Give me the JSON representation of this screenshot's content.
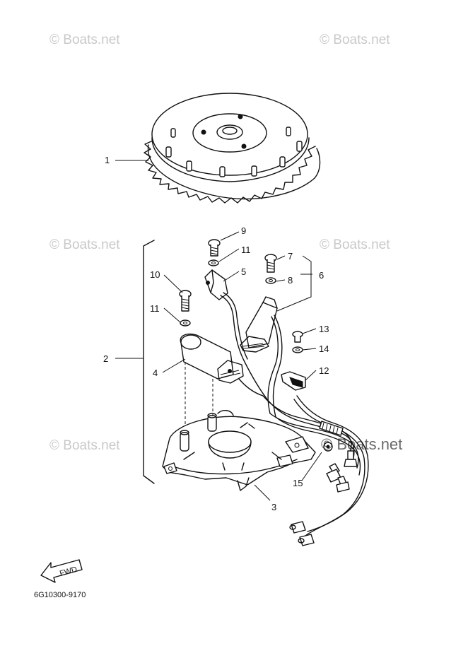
{
  "watermarks": [
    {
      "text": "© Boats.net"
    },
    {
      "text": "© Boats.net"
    },
    {
      "text": "© Boats.net"
    },
    {
      "text": "© Boats.net"
    },
    {
      "text": "© Boats.net"
    },
    {
      "text": "© Boats.net"
    }
  ],
  "callouts": [
    {
      "label": "1"
    },
    {
      "label": "2"
    },
    {
      "label": "3"
    },
    {
      "label": "4"
    },
    {
      "label": "5"
    },
    {
      "label": "6"
    },
    {
      "label": "7"
    },
    {
      "label": "8"
    },
    {
      "label": "9"
    },
    {
      "label": "10"
    },
    {
      "label": "11"
    },
    {
      "label": "11"
    },
    {
      "label": "12"
    },
    {
      "label": "13"
    },
    {
      "label": "14"
    },
    {
      "label": "15"
    }
  ],
  "fwd_label": "FWD",
  "diagram_code": "6G10300-9170"
}
